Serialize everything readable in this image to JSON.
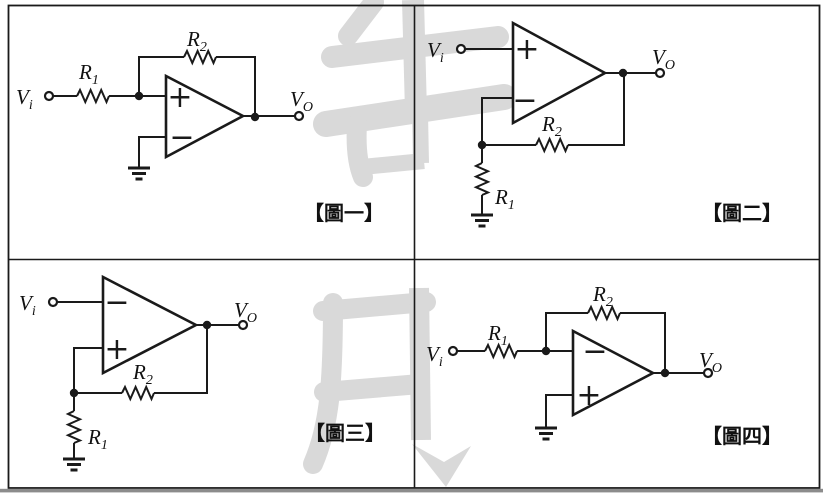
{
  "page": {
    "background": "#ffffff",
    "line_color": "#1a1a1a",
    "watermark": {
      "color": "#d9d9d9",
      "top_character": "告",
      "bottom_character": "用"
    }
  },
  "figures": [
    {
      "caption": "【圖一】",
      "input": {
        "base": "V",
        "sub": "i"
      },
      "output": {
        "base": "V",
        "sub": "O"
      },
      "resistor1": {
        "base": "R",
        "sub": "1"
      },
      "resistor2": {
        "base": "R",
        "sub": "2"
      },
      "plus_sign": "+",
      "minus_sign": "−"
    },
    {
      "caption": "【圖二】",
      "input": {
        "base": "V",
        "sub": "i"
      },
      "output": {
        "base": "V",
        "sub": "O"
      },
      "resistor1": {
        "base": "R",
        "sub": "1"
      },
      "resistor2": {
        "base": "R",
        "sub": "2"
      },
      "plus_sign": "+",
      "minus_sign": "−"
    },
    {
      "caption": "【圖三】",
      "input": {
        "base": "V",
        "sub": "i"
      },
      "output": {
        "base": "V",
        "sub": "O"
      },
      "resistor1": {
        "base": "R",
        "sub": "1"
      },
      "resistor2": {
        "base": "R",
        "sub": "2"
      },
      "plus_sign": "+",
      "minus_sign": "−"
    },
    {
      "caption": "【圖四】",
      "input": {
        "base": "V",
        "sub": "i"
      },
      "output": {
        "base": "V",
        "sub": "O"
      },
      "resistor1": {
        "base": "R",
        "sub": "1"
      },
      "resistor2": {
        "base": "R",
        "sub": "2"
      },
      "plus_sign": "+",
      "minus_sign": "−"
    }
  ]
}
